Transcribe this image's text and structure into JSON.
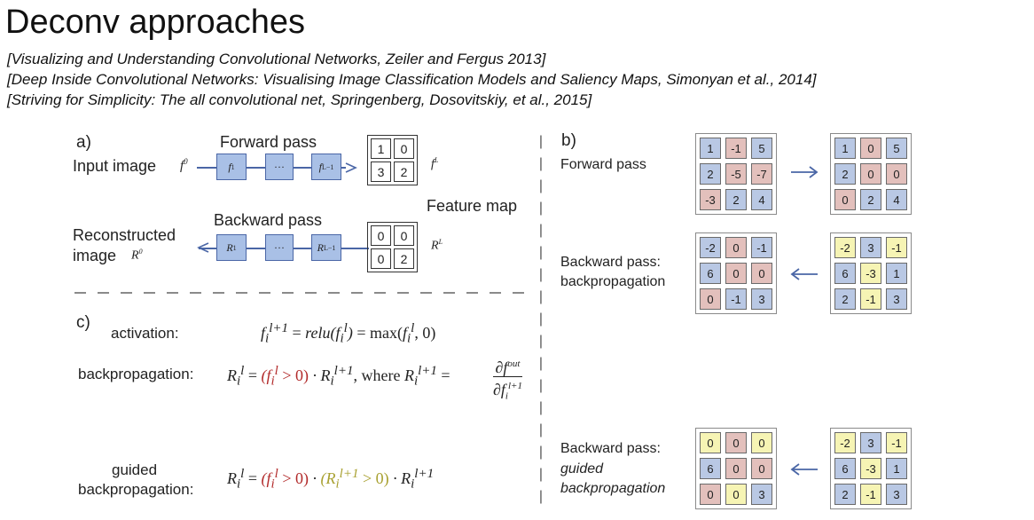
{
  "title": "Deconv approaches",
  "references": [
    "[Visualizing and Understanding Convolutional Networks, Zeiler and Fergus 2013]",
    "[Deep Inside Convolutional Networks: Visualising Image Classification Models and Saliency Maps, Simonyan et al., 2014]",
    "[Striving for Simplicity: The all convolutional net, Springenberg, Dosovitskiy, et al., 2015]"
  ],
  "panel_a": {
    "label": "a)",
    "forward_pass": "Forward pass",
    "input_image": "Input image",
    "feature_map": "Feature map",
    "backward_pass": "Backward pass",
    "reconstructed_1": "Reconstructed",
    "reconstructed_2": "image",
    "ellipsis": "···",
    "forward_output": [
      "1",
      "0",
      "3",
      "2"
    ],
    "backward_input": [
      "0",
      "0",
      "0",
      "2"
    ]
  },
  "panel_b": {
    "label": "b)",
    "forward_pass": "Forward pass",
    "backprop_1": "Backward pass:",
    "backprop_2": "backpropagation",
    "guided_1": "Backward pass:",
    "guided_2a": "guided",
    "guided_2b": "backpropagation",
    "grids": {
      "fwd_in": {
        "values": [
          "1",
          "-1",
          "5",
          "2",
          "-5",
          "-7",
          "-3",
          "2",
          "4"
        ],
        "colors": [
          "b",
          "r",
          "b",
          "b",
          "r",
          "r",
          "r",
          "b",
          "b"
        ]
      },
      "fwd_out": {
        "values": [
          "1",
          "0",
          "5",
          "2",
          "0",
          "0",
          "0",
          "2",
          "4"
        ],
        "colors": [
          "b",
          "r",
          "b",
          "b",
          "r",
          "r",
          "r",
          "b",
          "b"
        ]
      },
      "bp_out": {
        "values": [
          "-2",
          "0",
          "-1",
          "6",
          "0",
          "0",
          "0",
          "-1",
          "3"
        ],
        "colors": [
          "b",
          "r",
          "b",
          "b",
          "r",
          "r",
          "r",
          "b",
          "b"
        ]
      },
      "bp_in": {
        "values": [
          "-2",
          "3",
          "-1",
          "6",
          "-3",
          "1",
          "2",
          "-1",
          "3"
        ],
        "colors": [
          "y",
          "b",
          "y",
          "b",
          "y",
          "b",
          "b",
          "y",
          "b"
        ]
      },
      "gbp_out": {
        "values": [
          "0",
          "0",
          "0",
          "6",
          "0",
          "0",
          "0",
          "0",
          "3"
        ],
        "colors": [
          "y",
          "r",
          "y",
          "b",
          "r",
          "r",
          "r",
          "y",
          "b"
        ]
      },
      "gbp_in": {
        "values": [
          "-2",
          "3",
          "-1",
          "6",
          "-3",
          "1",
          "2",
          "-1",
          "3"
        ],
        "colors": [
          "y",
          "b",
          "y",
          "b",
          "y",
          "b",
          "b",
          "y",
          "b"
        ]
      }
    }
  },
  "panel_c": {
    "label": "c)",
    "activation": "activation:",
    "backpropagation": "backpropagation:",
    "guided_1": "guided",
    "guided_2": "backpropagation:",
    "where": "where"
  },
  "colors": {
    "blue": "#b9c8e4",
    "red": "#e3c0bc",
    "yellow": "#f6f4b4",
    "box": "#a9c0e6",
    "arrow": "#4a66a6"
  }
}
